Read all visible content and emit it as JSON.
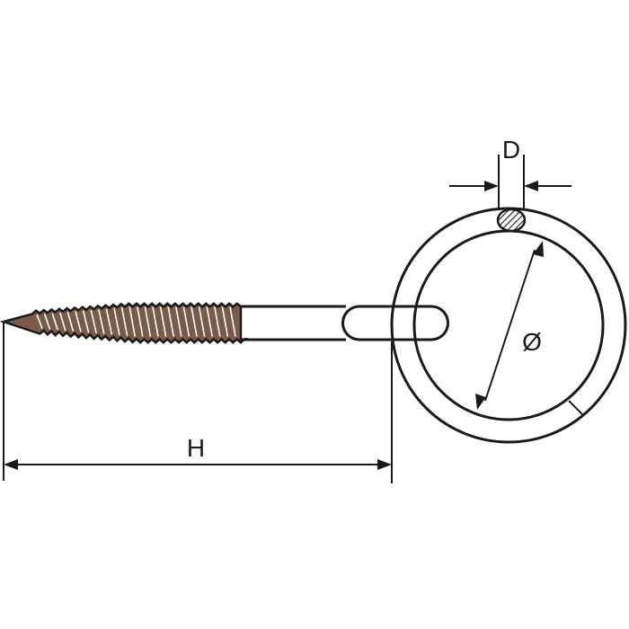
{
  "diagram": {
    "labels": {
      "length": "H",
      "wire_diameter": "D",
      "ring_diameter": "Ø"
    },
    "colors": {
      "line": "#1a1a1a",
      "thread_fill": "#7a5a49",
      "hatch_fill": "#8a8a8a",
      "background": "#ffffff"
    }
  }
}
